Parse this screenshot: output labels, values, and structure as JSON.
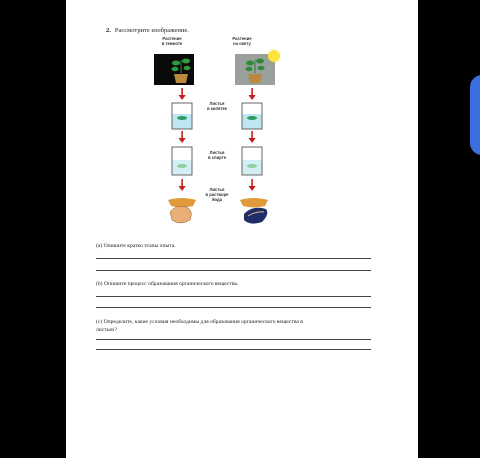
{
  "question": {
    "number": "2.",
    "title": "Рассмотрите изображение."
  },
  "diagram": {
    "label_dark": [
      "Растение",
      "в темноте"
    ],
    "label_light": [
      "Растение",
      "на свету"
    ],
    "step_water": [
      "Листья",
      "в кипятке"
    ],
    "step_alcohol": [
      "Листья",
      "в спирте"
    ],
    "step_iodine": [
      "Листья",
      "в растворе",
      "йода"
    ]
  },
  "subquestions": [
    {
      "text": "(a) Опишите кратко этапы опыта."
    },
    {
      "text": "(b) Опишите процесс образования органического вещества."
    },
    {
      "text": "(c) Определите, какие условия необходимы для образования органического вещества в"
    },
    {
      "text": "листьях?"
    }
  ]
}
